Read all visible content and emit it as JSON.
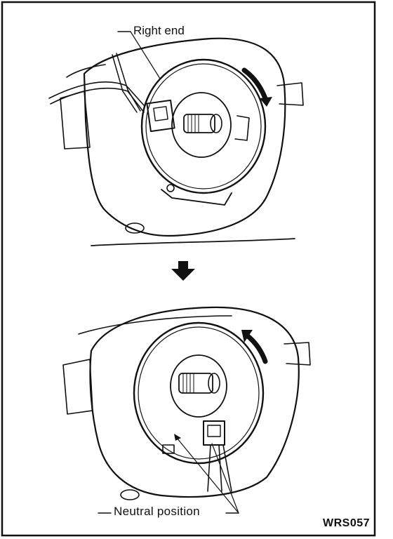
{
  "labels": {
    "right_end": "Right end",
    "neutral_position": "Neutral position",
    "figure_code": "WRS057"
  },
  "colors": {
    "ink": "#111111",
    "paper": "#ffffff"
  }
}
